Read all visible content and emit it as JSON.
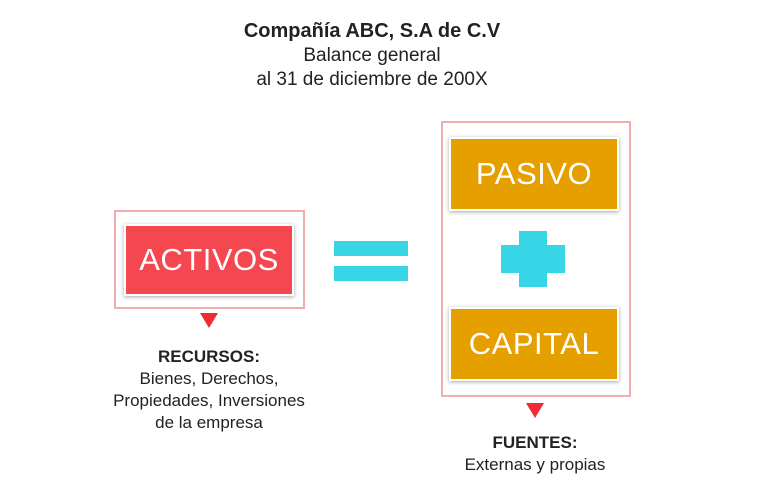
{
  "header": {
    "title": "Compañía ABC, S.A de C.V",
    "line1": "Balance general",
    "line2": "al 31 de diciembre de 200X"
  },
  "boxes": {
    "activos": "ACTIVOS",
    "pasivo": "PASIVO",
    "capital": "CAPITAL"
  },
  "captions": {
    "left_head": "RECURSOS:",
    "left_line1": "Bienes, Derechos,",
    "left_line2": "Propiedades, Inversiones",
    "left_line3": "de la empresa",
    "right_head": "FUENTES:",
    "right_line1": "Externas y propias"
  },
  "colors": {
    "activos": "#f5474f",
    "pasivo_capital": "#e5a000",
    "operators": "#37d5e6",
    "frame": "#efadb0",
    "arrow": "#ef2b34"
  },
  "icons": {
    "equals": "equals-icon",
    "plus": "plus-icon",
    "arrow": "down-triangle-icon"
  }
}
